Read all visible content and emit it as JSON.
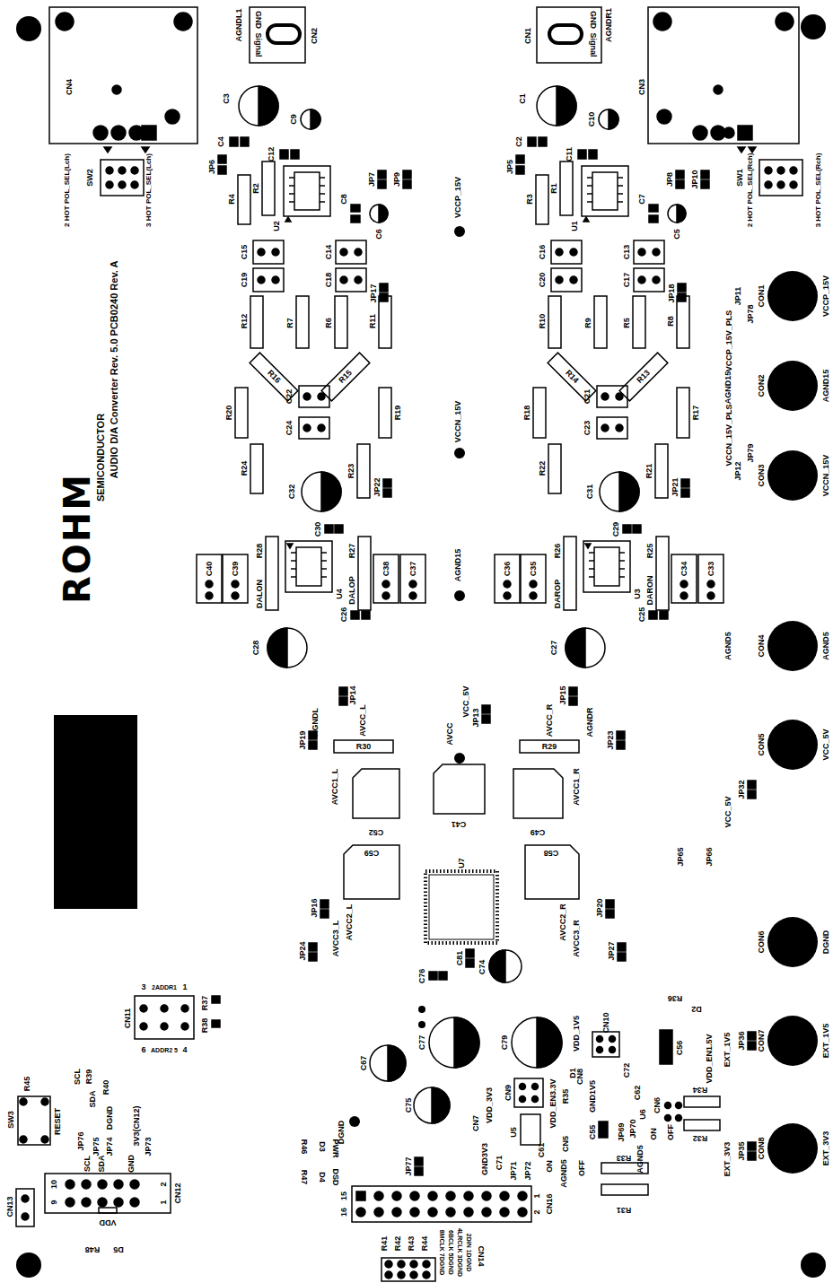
{
  "diagram": {
    "labels": [
      "CN4",
      "2 HOT POL_SEL(Lch)",
      "SW2",
      "3 HOT POL_SEL(Lch)",
      "AGNDL1",
      "GND",
      "Signal",
      "CN2",
      "C3",
      "C9",
      "C4",
      "JP6",
      "C12",
      "R2",
      "R4",
      "U2",
      "C8",
      "C6",
      "JP7",
      "JP9",
      "VCCP_15V",
      "C15",
      "C14",
      "C19",
      "C18",
      "JP17",
      "R12",
      "R7",
      "R6",
      "R11",
      "R16",
      "R15",
      "R20",
      "C22",
      "C24",
      "R19",
      "VCCN_15V",
      "R24",
      "C32",
      "R23",
      "JP22",
      "C40",
      "C39",
      "R28",
      "DALON",
      "C30",
      "U4",
      "DALOP",
      "R27",
      "C38",
      "C37",
      "C26",
      "C28",
      "AGND15",
      "CN1",
      "AGNDR1",
      "GND",
      "Signal",
      "C1",
      "C10",
      "C2",
      "JP5",
      "C11",
      "R1",
      "R3",
      "U1",
      "C7",
      "C5",
      "JP8",
      "JP10",
      "CN3",
      "SW1",
      "2 HOT POL_SEL(Rch)",
      "3 HOT POL_SEL(Rch)",
      "C16",
      "C13",
      "C20",
      "C17",
      "JP18",
      "R10",
      "R9",
      "R5",
      "R8",
      "R14",
      "R13",
      "R18",
      "C21",
      "C23",
      "R17",
      "R22",
      "C31",
      "R21",
      "JP21",
      "C36",
      "C35",
      "R26",
      "DAROP",
      "C29",
      "U3",
      "R25",
      "DARON",
      "C34",
      "C33",
      "C25",
      "C27",
      "JP11",
      "JP78",
      "CON1",
      "VCCP_15V",
      "VCCP_15V_PLS",
      "AGND15",
      "CON2",
      "AGND15",
      "VCCN_15V_PLS",
      "JP79",
      "JP12",
      "CON3",
      "VCCN_15V",
      "AGND5",
      "CON4",
      "AGND5",
      "CON5",
      "VCC_5V",
      "VCC_5V",
      "JP32",
      "JP65",
      "JP66",
      "CON6",
      "DGND",
      "R36",
      "D2",
      "C56",
      "CON7",
      "EXT_1V5",
      "JP36",
      "VDD_EN1.5V",
      "CN10",
      "VDD_1V5",
      "CN8",
      "C72",
      "C62",
      "U6",
      "CN6",
      "OFF",
      "ON",
      "AGND5",
      "R34",
      "R32",
      "CON8",
      "EXT_3V3",
      "JP35",
      "EXT_3V3",
      "EXT_1V5",
      "AVCC_L",
      "JP14",
      "AGNDL",
      "R30",
      "JP19",
      "AVCC1_L",
      "C52",
      "AVCC",
      "VCC_5V",
      "JP13",
      "C41",
      "AVCC_R",
      "JP15",
      "AGNDR",
      "R29",
      "JP23",
      "AVCC1_R",
      "C49",
      "C59",
      "C58",
      "U7",
      "JP16",
      "AVCC2_L",
      "AVCC3_L",
      "JP24",
      "JP20",
      "AVCC2_R",
      "AVCC3_R",
      "JP27",
      "C76",
      "C81",
      "C74",
      "C67",
      "C77",
      "C79",
      "C75",
      "CN9",
      "VDD_EN3.3V",
      "R35",
      "D1",
      "GND1V5",
      "C55",
      "JP69",
      "JP70",
      "CN7",
      "VDD_3V3",
      "U5",
      "C61",
      "CN5",
      "ON",
      "OFF",
      "GND3V3",
      "C71",
      "JP71",
      "JP72",
      "AGND5",
      "R33",
      "R31",
      "DGND",
      "JP77",
      "R46",
      "D3",
      "PWR",
      "R47",
      "D4",
      "DSD",
      "15",
      "16",
      "1",
      "2",
      "CN16",
      "R41",
      "R42",
      "R43",
      "R44",
      "8MCLK 7DGND",
      "6BCLK 5DGND",
      "4LRCLK 3DGND",
      "2DIN 1DGND",
      "CN14",
      "CN11",
      "3",
      "2ADDR1",
      "1",
      "6",
      "ADDR2 5",
      "4",
      "R37",
      "R38",
      "R45",
      "SCL",
      "R39",
      "SDA",
      "R40",
      "DGND",
      "3V3(CN12)",
      "SW3",
      "RESET",
      "JP76",
      "JP75",
      "JP74",
      "JP73",
      "SCL",
      "SDA",
      "GND",
      "CN13",
      "10",
      "9",
      "2",
      "1",
      "CN12",
      "VDD",
      "R48",
      "D5",
      "ROHM",
      "SEMICONDUCTOR",
      "AUDIO D/A Converter Rev. 5.0 PCB0240 Rev. A"
    ]
  }
}
